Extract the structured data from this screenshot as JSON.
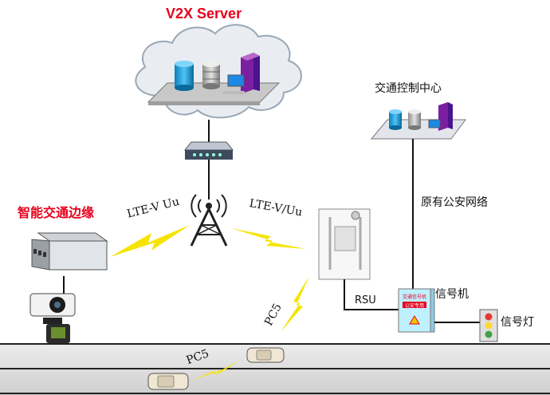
{
  "server": {
    "title": "V2X Server"
  },
  "edge": {
    "label": "智能交通边缘"
  },
  "control_center": {
    "label": "交通控制中心"
  },
  "network": {
    "label": "原有公安网络"
  },
  "links": {
    "uu": "LTE-V Uu",
    "lte_v": "LTE-V/Uu",
    "pc5_rsu": "PC5",
    "pc5_v2v": "PC5",
    "rsu": "RSU"
  },
  "signal_controller": {
    "label": "信号机",
    "box_text": [
      "交通信号机",
      "公安专用"
    ]
  },
  "traffic_light": {
    "label": "信号灯"
  },
  "colors": {
    "title_red": "#e8001c",
    "lightning": "#f5e400",
    "cloud": "#e9edf2",
    "road": "#d9d9d9",
    "signal_box": "#bff0ff"
  }
}
